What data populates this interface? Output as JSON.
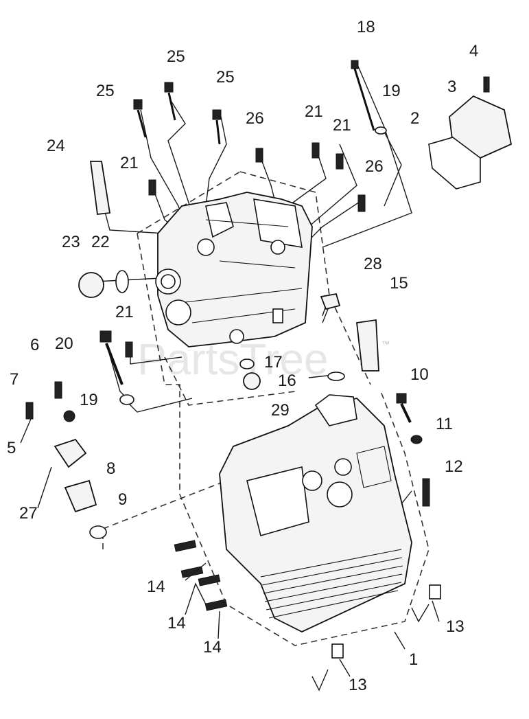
{
  "watermark": {
    "text": "PartsTree",
    "trademark": "™"
  },
  "callouts": [
    "18",
    "4",
    "25",
    "25",
    "3",
    "25",
    "19",
    "2",
    "21",
    "26",
    "21",
    "24",
    "21",
    "26",
    "23",
    "22",
    "28",
    "15",
    "21",
    "20",
    "6",
    "17",
    "16",
    "29",
    "10",
    "7",
    "19",
    "11",
    "5",
    "27",
    "8",
    "12",
    "9",
    "14",
    "14",
    "13",
    "14",
    "1",
    "13"
  ]
}
